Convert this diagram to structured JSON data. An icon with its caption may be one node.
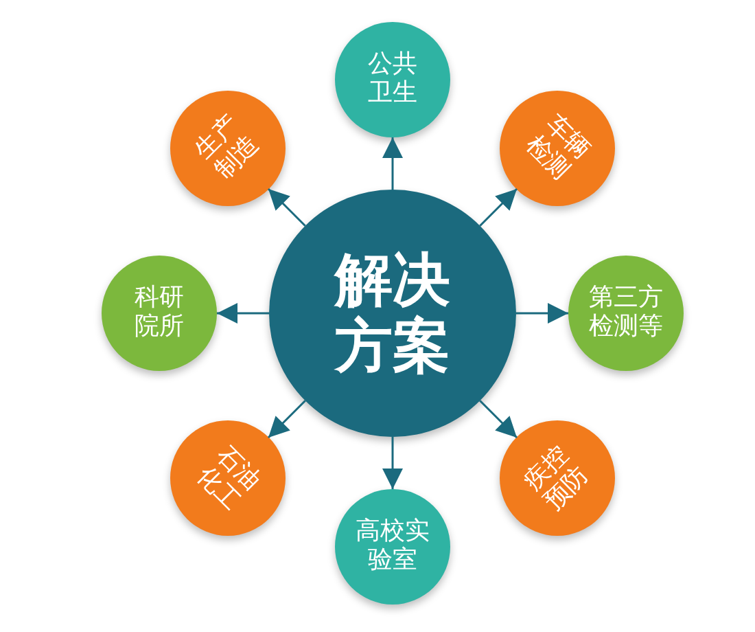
{
  "diagram": {
    "nodes": [
      {
        "text": [
          "解决方案"
        ]
      },
      {
        "text": [
          "公共卫生"
        ]
      },
      {
        "text": [
          "车辆检测"
        ]
      },
      {
        "text": [
          "第三方检测等"
        ]
      },
      {
        "text": [
          "疾控预防"
        ]
      },
      {
        "text": [
          "高校实验室"
        ]
      },
      {
        "text": [
          "石油化工"
        ]
      },
      {
        "text": [
          "科研院所"
        ]
      },
      {
        "text": [
          "生产制造"
        ]
      }
    ],
    "edges": [
      {
        "from": 0,
        "to": 1,
        "arrow": "to"
      },
      {
        "from": 0,
        "to": 2,
        "arrow": "to"
      },
      {
        "from": 0,
        "to": 3,
        "arrow": "to"
      },
      {
        "from": 0,
        "to": 4,
        "arrow": "to"
      },
      {
        "from": 0,
        "to": 5,
        "arrow": "to"
      },
      {
        "from": 0,
        "to": 6,
        "arrow": "to"
      },
      {
        "from": 0,
        "to": 7,
        "arrow": "to"
      },
      {
        "from": 0,
        "to": 8,
        "arrow": "to"
      }
    ]
  }
}
